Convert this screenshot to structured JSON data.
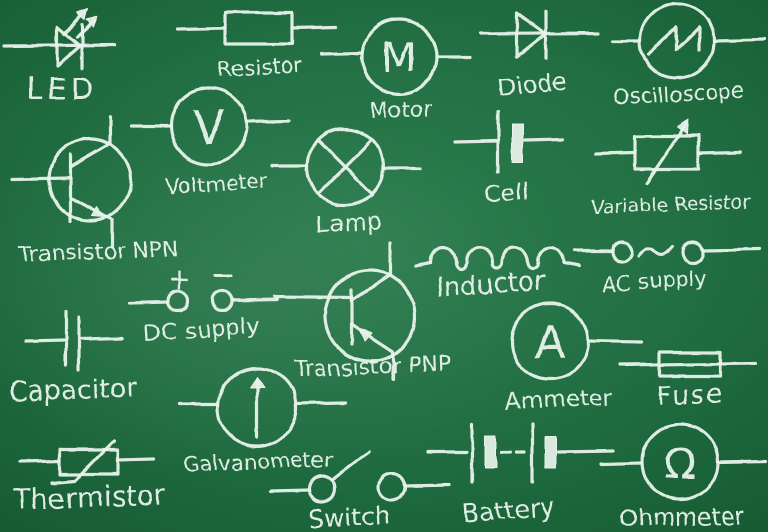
{
  "board": {
    "description": "Hand-drawn electrical circuit symbols chalkboard",
    "chalk_color": "#eaf3ec",
    "background": {
      "center": "#2c7d4e",
      "mid": "#165b33",
      "edge": "#063823"
    }
  },
  "symbols": [
    {
      "id": "led",
      "label": "LED"
    },
    {
      "id": "resistor",
      "label": "Resistor"
    },
    {
      "id": "motor",
      "label": "Motor",
      "glyph": "M"
    },
    {
      "id": "diode",
      "label": "Diode"
    },
    {
      "id": "oscilloscope",
      "label": "Oscilloscope"
    },
    {
      "id": "voltmeter",
      "label": "Voltmeter",
      "glyph": "V"
    },
    {
      "id": "transistor-npn",
      "label": "Transistor NPN"
    },
    {
      "id": "lamp",
      "label": "Lamp"
    },
    {
      "id": "cell",
      "label": "Cell"
    },
    {
      "id": "variable-resistor",
      "label": "Variable Resistor"
    },
    {
      "id": "inductor",
      "label": "Inductor"
    },
    {
      "id": "ac-supply",
      "label": "AC supply"
    },
    {
      "id": "dc-supply",
      "label": "DC supply",
      "plus": "+",
      "minus": "−"
    },
    {
      "id": "transistor-pnp",
      "label": "Transistor PNP"
    },
    {
      "id": "capacitor",
      "label": "Capacitor"
    },
    {
      "id": "ammeter",
      "label": "Ammeter",
      "glyph": "A"
    },
    {
      "id": "fuse",
      "label": "Fuse"
    },
    {
      "id": "galvanometer",
      "label": "Galvanometer"
    },
    {
      "id": "thermistor",
      "label": "Thermistor"
    },
    {
      "id": "switch",
      "label": "Switch"
    },
    {
      "id": "battery",
      "label": "Battery"
    },
    {
      "id": "ohmmeter",
      "label": "Ohmmeter",
      "glyph": "Ω"
    }
  ]
}
